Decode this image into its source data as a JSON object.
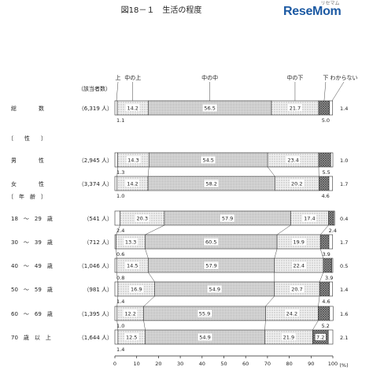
{
  "logo": {
    "text": "ReseMom",
    "sub": "リセマム"
  },
  "chart_data": {
    "type": "bar",
    "title": "図18－１　生活の程度",
    "n_header": "（該当者数）",
    "unit": "(%)",
    "xlim": [
      0,
      100
    ],
    "xticks": [
      0,
      10,
      20,
      30,
      40,
      50,
      60,
      70,
      80,
      90,
      100
    ],
    "series": [
      {
        "name": "上",
        "color": "#ffffff",
        "pattern": "plain"
      },
      {
        "name": "中の上",
        "color": "#e6e6e6",
        "pattern": "dots"
      },
      {
        "name": "中の中",
        "color": "#d8d8d8",
        "pattern": "dense"
      },
      {
        "name": "中の下",
        "color": "#eeeeee",
        "pattern": "dots"
      },
      {
        "name": "下",
        "color": "#8c8c8c",
        "pattern": "cross"
      },
      {
        "name": "わからない",
        "color": "#ffffff",
        "pattern": "plain"
      }
    ],
    "groups": [
      "〔　　性　　〕",
      "〔　年　齢　〕"
    ],
    "rows": [
      {
        "label": "総　　　　数",
        "n": "（6,319 人）",
        "values": [
          1.1,
          14.2,
          56.5,
          21.7,
          5.0,
          1.4
        ]
      },
      {
        "label": "男　　　　性",
        "n": "（2,945 人）",
        "values": [
          1.3,
          14.3,
          54.5,
          23.4,
          5.5,
          1.0
        ]
      },
      {
        "label": "女　　　　性",
        "n": "（3,374 人）",
        "values": [
          1.0,
          14.2,
          58.2,
          20.2,
          4.6,
          1.7
        ]
      },
      {
        "label": "18　～　29　歳",
        "n": "（541 人）",
        "values": [
          2.4,
          20.3,
          57.9,
          17.4,
          2.4,
          0.4
        ]
      },
      {
        "label": "30　～　39　歳",
        "n": "（712 人）",
        "values": [
          0.6,
          13.3,
          60.5,
          19.9,
          3.9,
          1.7
        ]
      },
      {
        "label": "40　～　49　歳",
        "n": "（1,046 人）",
        "values": [
          0.8,
          14.5,
          57.9,
          22.4,
          3.9,
          0.5
        ]
      },
      {
        "label": "50　～　59　歳",
        "n": "（981 人）",
        "values": [
          1.4,
          16.9,
          54.9,
          20.7,
          4.6,
          1.4
        ]
      },
      {
        "label": "60　～　69　歳",
        "n": "（1,395 人）",
        "values": [
          1.0,
          12.2,
          55.9,
          24.2,
          5.2,
          1.6
        ]
      },
      {
        "label": "70　歳　以　上",
        "n": "（1,644 人）",
        "values": [
          1.4,
          12.5,
          54.9,
          21.9,
          7.2,
          2.1
        ]
      }
    ]
  }
}
